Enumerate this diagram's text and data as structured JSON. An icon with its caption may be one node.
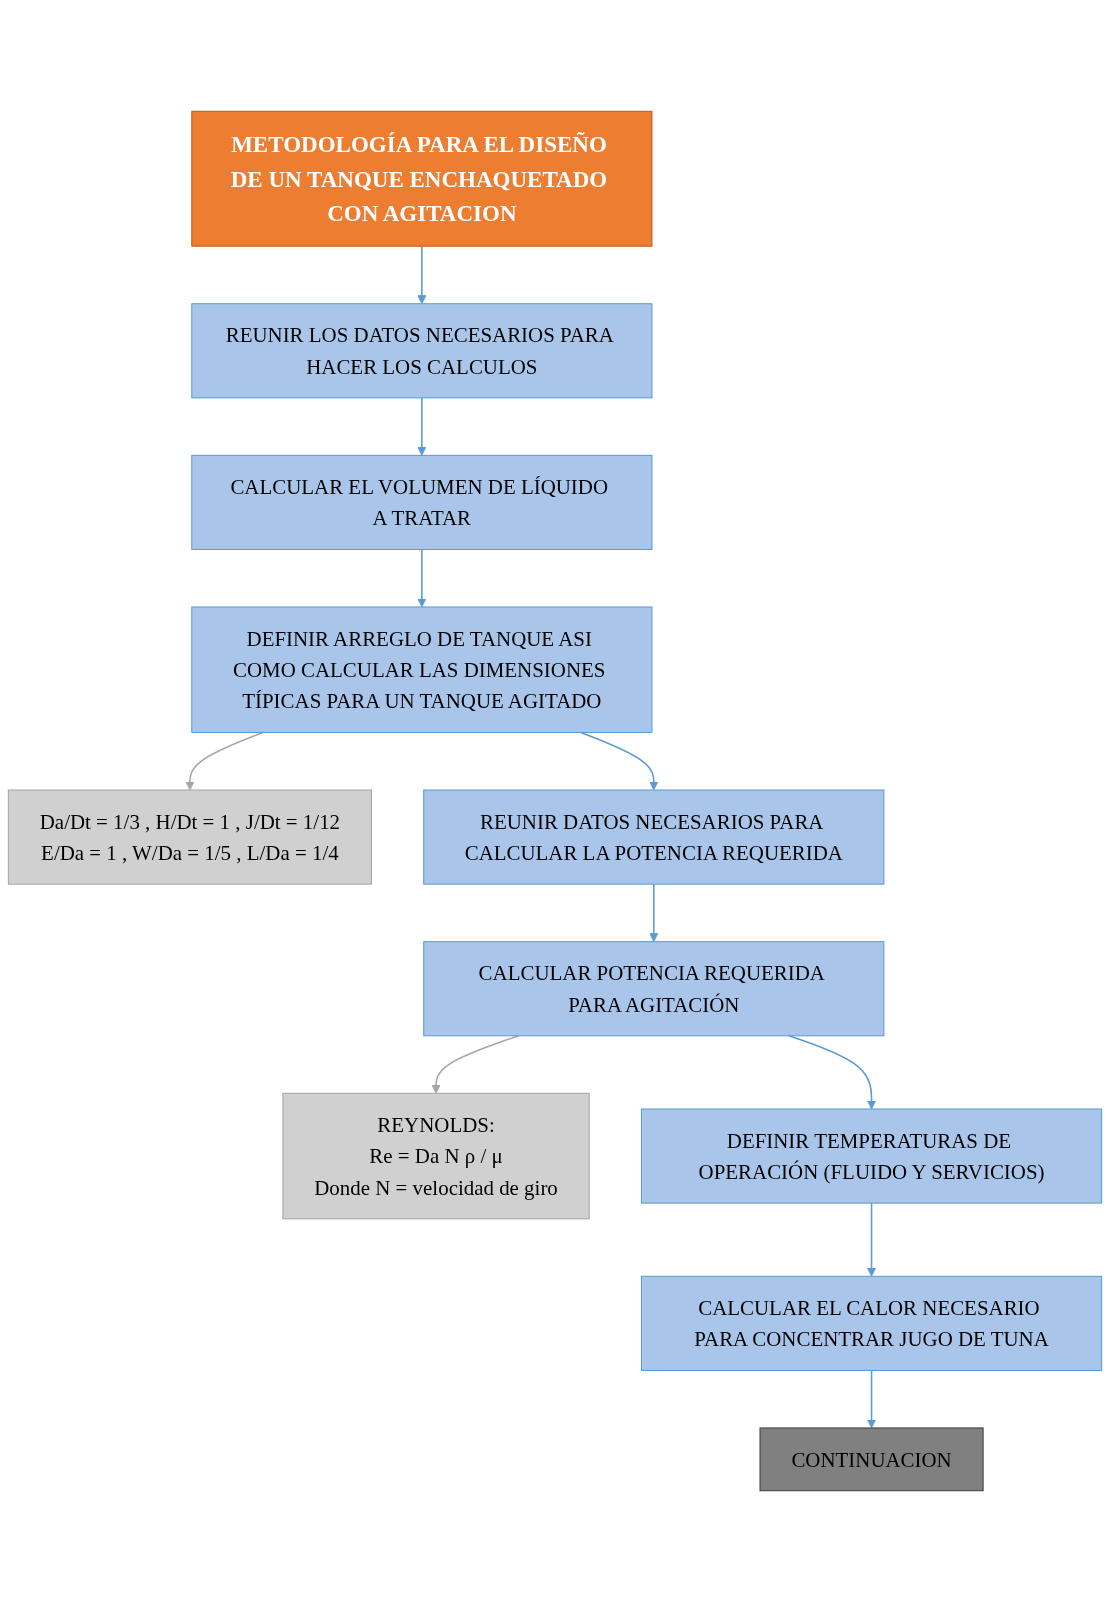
{
  "diagram": {
    "nodes": [
      {
        "text": [
          "METODOLOGÍA PARA EL DISEÑO DE UN TANQUE ENCHAQUETADO CON AGITACION"
        ]
      },
      {
        "text": [
          "REUNIR LOS DATOS NECESARIOS PARA HACER LOS CALCULOS"
        ]
      },
      {
        "text": [
          "CALCULAR EL VOLUMEN DE LÍQUIDO A TRATAR"
        ]
      },
      {
        "text": [
          "DEFINIR ARREGLO DE TANQUE ASI COMO CALCULAR LAS DIMENSIONES TÍPICAS PARA UN TANQUE AGITADO"
        ]
      },
      {
        "text": [
          "Da/Dt = 1/3 , H/Dt = 1 , J/Dt = 1/12",
          "E/Da = 1 , W/Da = 1/5 , L/Da = 1/4"
        ]
      },
      {
        "text": [
          "REUNIR DATOS NECESARIOS PARA CALCULAR LA POTENCIA REQUERIDA"
        ]
      },
      {
        "text": [
          "CALCULAR POTENCIA REQUERIDA PARA AGITACIÓN"
        ]
      },
      {
        "text": [
          "REYNOLDS:",
          "Re = Da N ρ / μ",
          "Donde N = velocidad de giro"
        ]
      },
      {
        "text": [
          "DEFINIR TEMPERATURAS DE OPERACIÓN (FLUIDO Y SERVICIOS)"
        ]
      },
      {
        "text": [
          "CALCULAR EL CALOR NECESARIO PARA CONCENTRAR JUGO DE TUNA"
        ]
      },
      {
        "text": [
          "CONTINUACION"
        ]
      }
    ],
    "edges": [
      {
        "from": 0,
        "to": 1,
        "arrow": "to"
      },
      {
        "from": 1,
        "to": 2,
        "arrow": "to"
      },
      {
        "from": 2,
        "to": 3,
        "arrow": "to"
      },
      {
        "from": 3,
        "to": 4,
        "arrow": "to",
        "color": "#a6a6a6"
      },
      {
        "from": 3,
        "to": 5,
        "arrow": "to"
      },
      {
        "from": 5,
        "to": 6,
        "arrow": "to"
      },
      {
        "from": 6,
        "to": 7,
        "arrow": "to",
        "color": "#a6a6a6"
      },
      {
        "from": 6,
        "to": 8,
        "arrow": "to"
      },
      {
        "from": 8,
        "to": 9,
        "arrow": "to"
      },
      {
        "from": 9,
        "to": 10,
        "arrow": "to"
      }
    ]
  }
}
